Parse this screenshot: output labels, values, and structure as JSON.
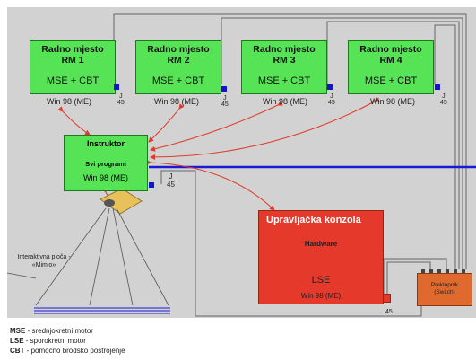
{
  "workstations": [
    {
      "title": "Radno mjesto",
      "code": "RM 1",
      "software": "MSE + CBT",
      "os": "Win 98 (ME)",
      "jack": "J",
      "jack_num": "45"
    },
    {
      "title": "Radno mjesto",
      "code": "RM 2",
      "software": "MSE + CBT",
      "os": "Win 98 (ME)",
      "jack": "J",
      "jack_num": "45"
    },
    {
      "title": "Radno mjesto",
      "code": "RM 3",
      "software": "MSE + CBT",
      "os": "Win 98 (ME)",
      "jack": "J",
      "jack_num": "45"
    },
    {
      "title": "Radno mjesto",
      "code": "RM 4",
      "software": "MSE + CBT",
      "os": "Win 98 (ME)",
      "jack": "J",
      "jack_num": "45"
    }
  ],
  "instructor": {
    "title": "Instruktor",
    "subtitle": "Svi programi",
    "os": "Win 98 (ME)",
    "jack": "J",
    "jack_num": "45"
  },
  "console": {
    "title": "Upravljačka konzola",
    "hardware": "Hardware",
    "lse": "LSE",
    "os": "Win 98 (ME)",
    "jack_num": "45"
  },
  "switch": {
    "line1": "Preklopnik",
    "line2": "(Switch)"
  },
  "board": {
    "line1": "Interaktivna ploča -",
    "line2": "«Mimio»"
  },
  "legend": [
    {
      "abbr": "MSE",
      "text": " - srednjokretni motor"
    },
    {
      "abbr": "LSE",
      "text": " - sporokretni motor"
    },
    {
      "abbr": "CBT",
      "text": " - pomoćno brodsko postrojenje"
    }
  ],
  "colors": {
    "workstation": "#56e456",
    "console": "#e5392c",
    "switch": "#e06a2e",
    "network_line": "#1a1ad6",
    "arrow": "#e03a28",
    "background": "#d2d2d2"
  }
}
